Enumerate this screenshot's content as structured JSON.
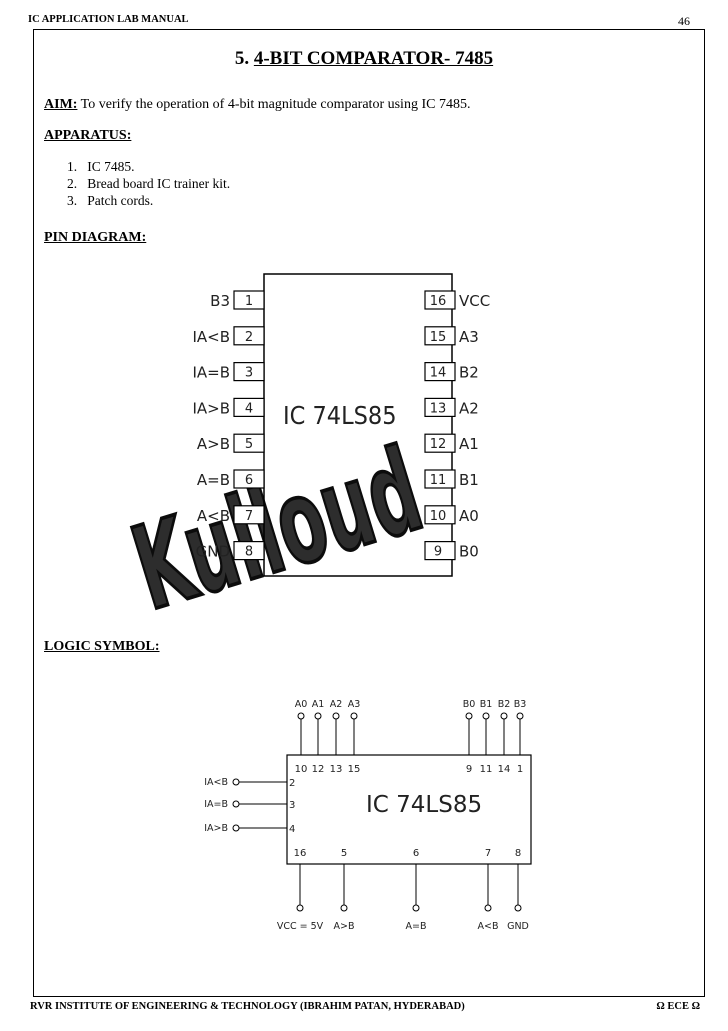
{
  "header": {
    "left": "IC APPLICATION LAB MANUAL",
    "page_number": "46"
  },
  "title": {
    "number": "5.",
    "text": "4-BIT COMPARATOR- 7485"
  },
  "aim": {
    "label": "AIM:",
    "text": " To verify the operation of 4-bit magnitude comparator using IC 7485."
  },
  "apparatus": {
    "label": "APPARATUS:",
    "items": [
      "IC 7485.",
      "Bread board IC trainer kit.",
      "Patch cords."
    ]
  },
  "pin_diagram": {
    "heading": "PIN DIAGRAM:",
    "chip_label": "IC 74LS85",
    "left_pins": [
      {
        "name": "B3",
        "num": "1"
      },
      {
        "name": "IA<B",
        "num": "2"
      },
      {
        "name": "IA=B",
        "num": "3"
      },
      {
        "name": "IA>B",
        "num": "4"
      },
      {
        "name": "A>B",
        "num": "5"
      },
      {
        "name": "A=B",
        "num": "6"
      },
      {
        "name": "A<B",
        "num": "7"
      },
      {
        "name": "GND",
        "num": "8"
      }
    ],
    "right_pins": [
      {
        "name": "VCC",
        "num": "16"
      },
      {
        "name": "A3",
        "num": "15"
      },
      {
        "name": "B2",
        "num": "14"
      },
      {
        "name": "A2",
        "num": "13"
      },
      {
        "name": "A1",
        "num": "12"
      },
      {
        "name": "B1",
        "num": "11"
      },
      {
        "name": "A0",
        "num": "10"
      },
      {
        "name": "B0",
        "num": "9"
      }
    ],
    "watermark": "Kulloud"
  },
  "logic_symbol": {
    "heading": "LOGIC SYMBOL:",
    "chip_label": "IC 74LS85",
    "top_pins": [
      {
        "name": "A0",
        "num": "10"
      },
      {
        "name": "A1",
        "num": "12"
      },
      {
        "name": "A2",
        "num": "13"
      },
      {
        "name": "A3",
        "num": "15"
      },
      {
        "name": "B0",
        "num": "9"
      },
      {
        "name": "B1",
        "num": "11"
      },
      {
        "name": "B2",
        "num": "14"
      },
      {
        "name": "B3",
        "num": "1"
      }
    ],
    "left_pins": [
      {
        "name": "IA<B",
        "num": "2"
      },
      {
        "name": "IA=B",
        "num": "3"
      },
      {
        "name": "IA>B",
        "num": "4"
      }
    ],
    "bottom_pins": [
      {
        "name": "VCC = 5V",
        "num": "16"
      },
      {
        "name": "A>B",
        "num": "5"
      },
      {
        "name": "A=B",
        "num": "6"
      },
      {
        "name": "A<B",
        "num": "7"
      },
      {
        "name": "GND",
        "num": "8"
      }
    ]
  },
  "footer": {
    "left": "RVR INSTITUTE OF ENGINEERING & TECHNOLOGY (IBRAHIM PATAN, HYDERABAD)",
    "right": "Ω ECE Ω"
  }
}
